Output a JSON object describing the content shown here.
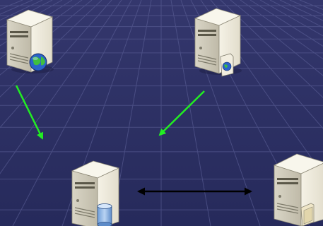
{
  "diagram": {
    "background_color": "#2c2f63",
    "nodes": [
      {
        "id": "web-server",
        "icon": "server-globe-icon"
      },
      {
        "id": "web-document-server",
        "icon": "server-web-document-icon"
      },
      {
        "id": "database-server",
        "icon": "server-database-icon"
      },
      {
        "id": "file-server",
        "icon": "server-folder-icon"
      }
    ],
    "edges": [
      {
        "from": "web-server",
        "to": "database-server",
        "style": "arrow",
        "color": "#22ee22"
      },
      {
        "from": "web-document-server",
        "to": "database-server",
        "style": "arrow",
        "color": "#22ee22"
      },
      {
        "from": "database-server",
        "to": "file-server",
        "style": "double-arrow",
        "color": "#000000"
      }
    ]
  }
}
